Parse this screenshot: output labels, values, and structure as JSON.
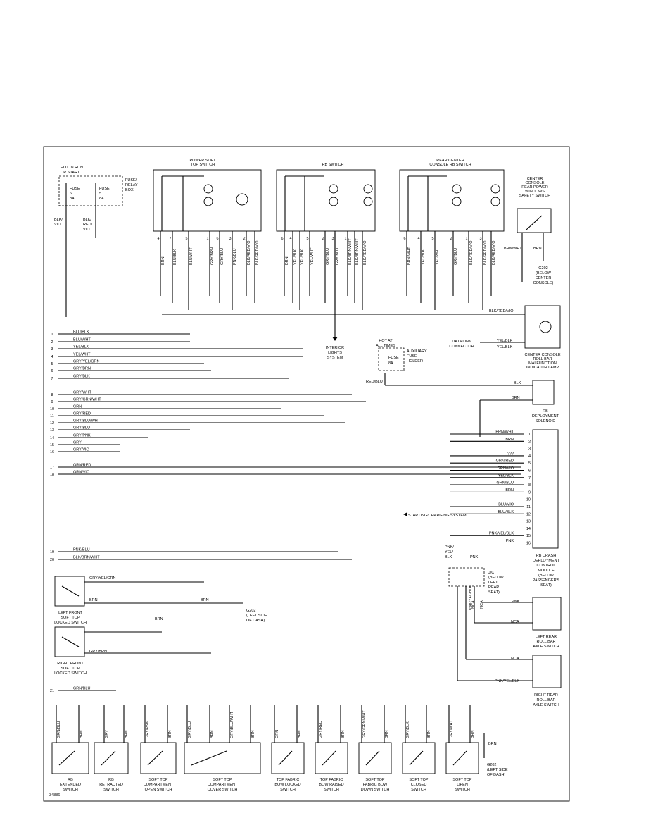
{
  "figure_id": "34886",
  "components": {
    "power_soft_top_switch": [
      "POWER SOFT",
      "TOP SWITCH"
    ],
    "rb_switch": "RB SWITCH",
    "rear_center_console_rb_switch": [
      "REAR CENTER",
      "CONSOLE RB SWITCH"
    ],
    "hot_in_run": [
      "HOT IN RUN",
      "OR START"
    ],
    "fuse_relay_box": [
      "FUSE/",
      "RELAY",
      "BOX"
    ],
    "fuse6": [
      "FUSE",
      "6",
      "8A"
    ],
    "fuse5": [
      "FUSE",
      "5",
      "8A"
    ],
    "center_console_rear_power_windows_safety_switch": [
      "CENTER",
      "CONSOLE",
      "REAR POWER",
      "WINDOWS",
      "SAFETY SWITCH"
    ],
    "g202_below_center_console": [
      "G202",
      "(BELOW",
      "CENTER",
      "CONSOLE)"
    ],
    "center_console_roll_bar_lamp": [
      "CENTER CONSOLE",
      "ROLL BAR",
      "MALFUNCTION",
      "INDICATOR LAMP"
    ],
    "data_link_connector": [
      "DATA LINK",
      "CONNECTOR"
    ],
    "interior_lights_system": [
      "INTERIOR",
      "LIGHTS",
      "SYSTEM"
    ],
    "hot_at_all_times": [
      "HOT AT",
      "ALL TIMES"
    ],
    "aux_fuse": [
      "FUSE",
      "8A"
    ],
    "aux_fuse_holder": [
      "AUXILIARY",
      "FUSE",
      "HOLDER"
    ],
    "rb_deployment_solenoid": [
      "RB",
      "DEPLOYMENT",
      "SOLENOID"
    ],
    "rb_crash_module": [
      "RB CRASH",
      "DEPLOYMENT",
      "CONTROL",
      "MODULE",
      "(BELOW",
      "PASSENGER'S",
      "SEAT)"
    ],
    "starting_charging": "STARTING/CHARGING SYSTEM",
    "jc_below_left_rear_seat": [
      "J/C",
      "(BELOW",
      "LEFT",
      "REAR",
      "SEAT)"
    ],
    "left_rear_roll_bar_axle_switch": [
      "LEFT REAR",
      "ROLL BAR",
      "AXLE SWITCH"
    ],
    "right_rear_roll_bar_axle_switch": [
      "RIGHT REAR",
      "ROLL BAR",
      "AXLE SWITCH"
    ],
    "left_front_soft_top_locked_switch": [
      "LEFT FRONT",
      "SOFT TOP",
      "LOCKED SWITCH"
    ],
    "right_front_soft_top_locked_switch": [
      "RIGHT FRONT",
      "SOFT TOP",
      "LOCKED SWITCH"
    ],
    "g202_left_side_of_dash": [
      "G202",
      "(LEFT SIDE",
      "OF DASH)"
    ],
    "g202_left_side_of_dash_bottom": [
      "G202",
      "(LEFT SIDE",
      "OF DASH)"
    ]
  },
  "bottom_switches": [
    [
      "RB",
      "EXTENDED",
      "SWITCH"
    ],
    [
      "RB",
      "RETRACTED",
      "SWITCH"
    ],
    [
      "SOFT TOP",
      "COMPARTMENT",
      "OPEN SWITCH"
    ],
    [
      "SOFT TOP",
      "COMPARTMENT",
      "COVER SWITCH"
    ],
    [
      "TOP FABRIC",
      "BOW LOCKED",
      "SWITCH"
    ],
    [
      "TOP FABRIC",
      "BOW RAISED",
      "SWITCH"
    ],
    [
      "SOFT TOP",
      "FABRIC BOW",
      "DOWN SWITCH"
    ],
    [
      "SOFT TOP",
      "CLOSED",
      "SWITCH"
    ],
    [
      "SOFT TOP",
      "OPEN",
      "SWITCH"
    ]
  ],
  "left_connector": [
    {
      "pin": "1",
      "color": "BLU/BLK"
    },
    {
      "pin": "2",
      "color": "BLU/WHT"
    },
    {
      "pin": "3",
      "color": "YEL/BLK"
    },
    {
      "pin": "4",
      "color": "YEL/WHT"
    },
    {
      "pin": "5",
      "color": "GRY/YEL/GRN"
    },
    {
      "pin": "6",
      "color": "GRY/BRN"
    },
    {
      "pin": "7",
      "color": "GRY/BLK"
    },
    {
      "pin": "8",
      "color": "GRY/WHT"
    },
    {
      "pin": "9",
      "color": "GRY/GRN/WHT"
    },
    {
      "pin": "10",
      "color": "GRN"
    },
    {
      "pin": "11",
      "color": "GRY/RED"
    },
    {
      "pin": "12",
      "color": "GRY/BLU/WHT"
    },
    {
      "pin": "13",
      "color": "GRY/BLU"
    },
    {
      "pin": "14",
      "color": "GRY/PNK"
    },
    {
      "pin": "15",
      "color": "GRY"
    },
    {
      "pin": "16",
      "color": "GRY/VIO"
    },
    {
      "pin": "17",
      "color": "GRN/RED"
    },
    {
      "pin": "18",
      "color": "GRN/VIO"
    },
    {
      "pin": "19",
      "color": "PNK/BLU"
    },
    {
      "pin": "20",
      "color": "BLK/BRN/WHT"
    },
    {
      "pin": "21",
      "color": "GRN/BLU"
    }
  ],
  "module_pins": [
    {
      "pin": "1",
      "color": "BRN/WHT"
    },
    {
      "pin": "2",
      "color": "BRN"
    },
    {
      "pin": "3",
      "color": ""
    },
    {
      "pin": "4",
      "color": "???"
    },
    {
      "pin": "5",
      "color": "GRN/RED"
    },
    {
      "pin": "6",
      "color": "GRN/VIO"
    },
    {
      "pin": "7",
      "color": "YEL/BLK"
    },
    {
      "pin": "8",
      "color": "GRN/BLU"
    },
    {
      "pin": "9",
      "color": "BRN"
    },
    {
      "pin": "10",
      "color": ""
    },
    {
      "pin": "11",
      "color": "BLU/VIO"
    },
    {
      "pin": "12",
      "color": "BLU/BLK"
    },
    {
      "pin": "13",
      "color": ""
    },
    {
      "pin": "14",
      "color": ""
    },
    {
      "pin": "15",
      "color": "PNK/YEL/BLK"
    },
    {
      "pin": "16",
      "color": "PNK"
    }
  ],
  "pst_wires": [
    {
      "pin": "4",
      "color": "BRN"
    },
    {
      "pin": "7",
      "color": "BLU/BLK"
    },
    {
      "pin": "5",
      "color": "BLU/WHT"
    },
    {
      "pin": "1",
      "color": "GRY/BRN"
    },
    {
      "pin": "6",
      "color": "GRY/BLU"
    },
    {
      "pin": "3",
      "color": "PNK/BLU"
    },
    {
      "pin": "2",
      "color": "BLK/RED/VIO"
    },
    {
      "pin": "",
      "color": "BLK/RED/VIO"
    }
  ],
  "rbs_wires": [
    {
      "pin": "6",
      "color": "BRN"
    },
    {
      "pin": "4",
      "color": "YEL/BLK"
    },
    {
      "pin": "",
      "color": "YEL/BLK"
    },
    {
      "pin": "5",
      "color": "YEL/WHT"
    },
    {
      "pin": "2",
      "color": "GRY/BLU"
    },
    {
      "pin": "3",
      "color": "GRY/BLU"
    },
    {
      "pin": "1",
      "color": "BLK/BRN/WHT"
    },
    {
      "pin": "",
      "color": "BLK/BRN/WHT"
    },
    {
      "pin": "",
      "color": "BLK/RED/VIO"
    }
  ],
  "rcc_wires": [
    {
      "pin": "6",
      "color": "BRN/WHT"
    },
    {
      "pin": "4",
      "color": "YEL/BLK"
    },
    {
      "pin": "5",
      "color": "YEL/WHT"
    },
    {
      "pin": "2",
      "color": "GRY/BLU"
    },
    {
      "pin": "1",
      "color": "BLK/RED/VIO"
    },
    {
      "pin": "3",
      "color": "BLK/RED/VIO"
    },
    {
      "pin": "",
      "color": "BLK/RED/VIO"
    }
  ],
  "misc_labels": {
    "blk_vio": [
      "BLK/",
      "VIO"
    ],
    "blk_red_vio": [
      "BLK/",
      "RED/",
      "VIO"
    ],
    "brn_wht": "BRN/WHT",
    "brn": "BRN",
    "blk_red_vio_lamp": "BLK/RED/VIO",
    "yel_blk_a": "YEL/BLK",
    "yel_blk_b": "YEL/BLK",
    "red_blu": "RED/BLU",
    "blk": "BLK",
    "brn_sol": "BRN",
    "pnk_yel_blk_v": [
      "PNK/",
      "YEL/",
      "BLK"
    ],
    "pnk_v": "PNK",
    "sw_gry_yel_grn": "GRY/YEL/GRN",
    "sw_brn_1": "BRN",
    "sw_brn_2": "BRN",
    "sw_brn_3": "BRN",
    "sw_gry_brn": "GRY/BRN",
    "lr_pnk": "PNK",
    "lr_nca": "NCA",
    "rr_nca": "NCA",
    "rr_pnk_yel_blk": "PNK/YEL/BLK",
    "jc_pnk_yel_blk": "PNK/YEL/BLK",
    "jc_nca1": "NCA",
    "jc_nca2": "NCA",
    "cover_brn1": "BRN",
    "cover_brn2": "BRN",
    "bottom_brn": "BRN",
    "bot_wire_labels": [
      "GRN/BLU",
      "BRN",
      "GRY",
      "BRN",
      "GRY/PNK",
      "BRN",
      "GRY/BLU",
      "BRN",
      "GRY/BLU/WHT",
      "BRN",
      "GRN",
      "BRN",
      "GRY/RED",
      "BRN",
      "GRY/GRN/WHT",
      "BRN",
      "GRY/BLK",
      "BRN",
      "GRY/WHT",
      "BRN"
    ]
  }
}
